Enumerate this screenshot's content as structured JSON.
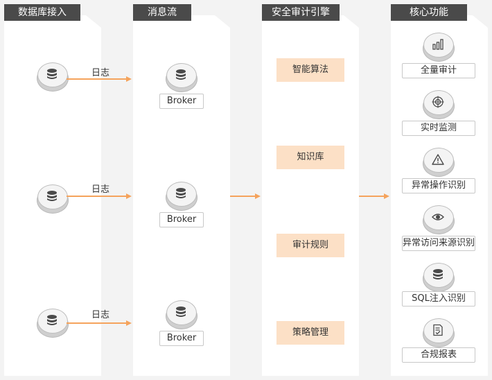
{
  "columns": {
    "db_access": "数据库接入",
    "message_stream": "消息流",
    "security_engine": "安全审计引擎",
    "core_features": "核心功能"
  },
  "log_label": "日志",
  "broker_label": "Broker",
  "engine_items": [
    "智能算法",
    "知识库",
    "审计规则",
    "策略管理"
  ],
  "features": [
    {
      "label": "全量审计",
      "icon": "bar-chart-icon"
    },
    {
      "label": "实时监测",
      "icon": "target-icon"
    },
    {
      "label": "异常操作识别",
      "icon": "warning-icon"
    },
    {
      "label": "异常访问来源识别",
      "icon": "eye-icon"
    },
    {
      "label": "SQL注入识别",
      "icon": "database-icon"
    },
    {
      "label": "合规报表",
      "icon": "report-icon"
    }
  ],
  "colors": {
    "arrow": "#f5a35c",
    "engine_fill": "#fce0c6",
    "header_bg": "#4a4a4a",
    "background": "#f3f3f3"
  }
}
